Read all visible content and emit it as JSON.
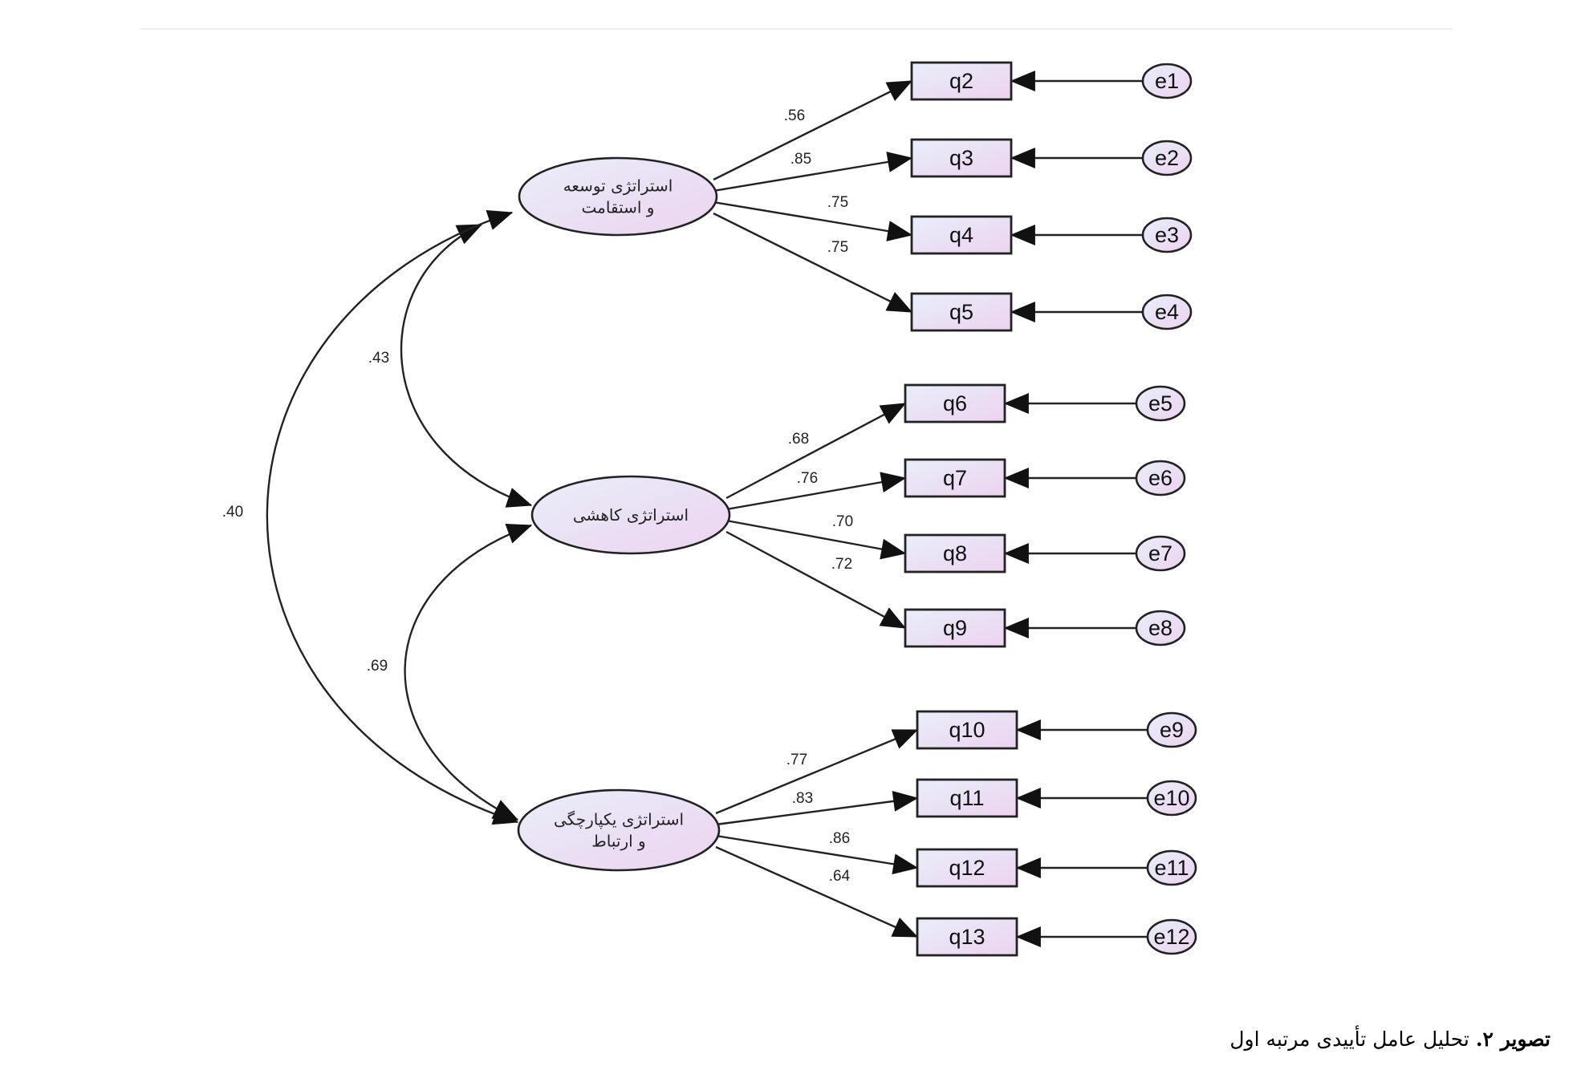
{
  "latents": [
    {
      "id": "F1",
      "lines": [
        "استراتژی توسعه",
        "و استقامت"
      ]
    },
    {
      "id": "F2",
      "lines": [
        "استراتژی کاهشی"
      ]
    },
    {
      "id": "F3",
      "lines": [
        "استراتژی یکپارچگی",
        "و ارتباط"
      ]
    }
  ],
  "indicators": [
    {
      "label": "q2",
      "error": "e1",
      "loading": ".56",
      "factor": 0
    },
    {
      "label": "q3",
      "error": "e2",
      "loading": ".85",
      "factor": 0
    },
    {
      "label": "q4",
      "error": "e3",
      "loading": ".75",
      "factor": 0
    },
    {
      "label": "q5",
      "error": "e4",
      "loading": ".75",
      "factor": 0
    },
    {
      "label": "q6",
      "error": "e5",
      "loading": ".68",
      "factor": 1
    },
    {
      "label": "q7",
      "error": "e6",
      "loading": ".76",
      "factor": 1
    },
    {
      "label": "q8",
      "error": "e7",
      "loading": ".70",
      "factor": 1
    },
    {
      "label": "q9",
      "error": "e8",
      "loading": ".72",
      "factor": 1
    },
    {
      "label": "q10",
      "error": "e9",
      "loading": ".77",
      "factor": 2
    },
    {
      "label": "q11",
      "error": "e10",
      "loading": ".83",
      "factor": 2
    },
    {
      "label": "q12",
      "error": "e11",
      "loading": ".86",
      "factor": 2
    },
    {
      "label": "q13",
      "error": "e12",
      "loading": ".64",
      "factor": 2
    }
  ],
  "correlations": [
    {
      "from": 0,
      "to": 1,
      "value": ".43"
    },
    {
      "from": 1,
      "to": 2,
      "value": ".69"
    },
    {
      "from": 0,
      "to": 2,
      "value": ".40"
    }
  ],
  "caption": {
    "prefix": "تصویر ۲.",
    "text": " تحلیل عامل تأییدی مرتبه اول"
  },
  "colors": {
    "fill_from": "#e9eef9",
    "fill_to": "#ecd3f0",
    "stroke": "#222222"
  }
}
